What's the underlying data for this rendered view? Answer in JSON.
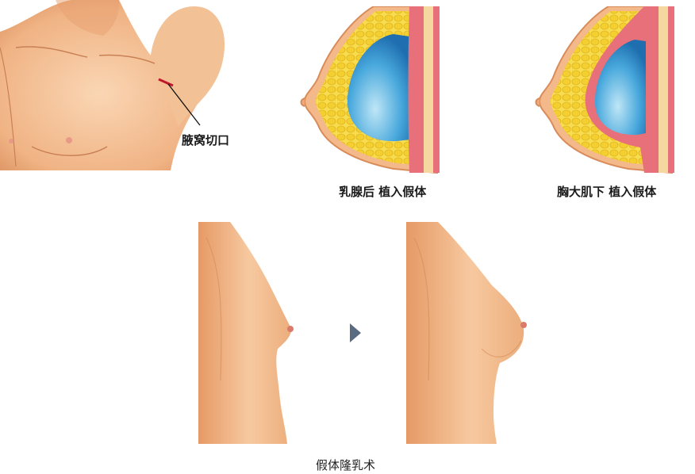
{
  "labels": {
    "incision": "腋窝切口",
    "glandular": "乳腺后 植入假体",
    "submuscular": "胸大肌下 植入假体",
    "title": "假体隆乳术"
  },
  "icons": {
    "arrow": "play-triangle-icon"
  },
  "colors": {
    "skin": "#f2b888",
    "skin_shadow": "#d98c5a",
    "fat": "#f4d43a",
    "muscle": "#e8707a",
    "implant": "#48a8dc",
    "incision": "#c0182a",
    "arrow": "#5a6a80"
  }
}
